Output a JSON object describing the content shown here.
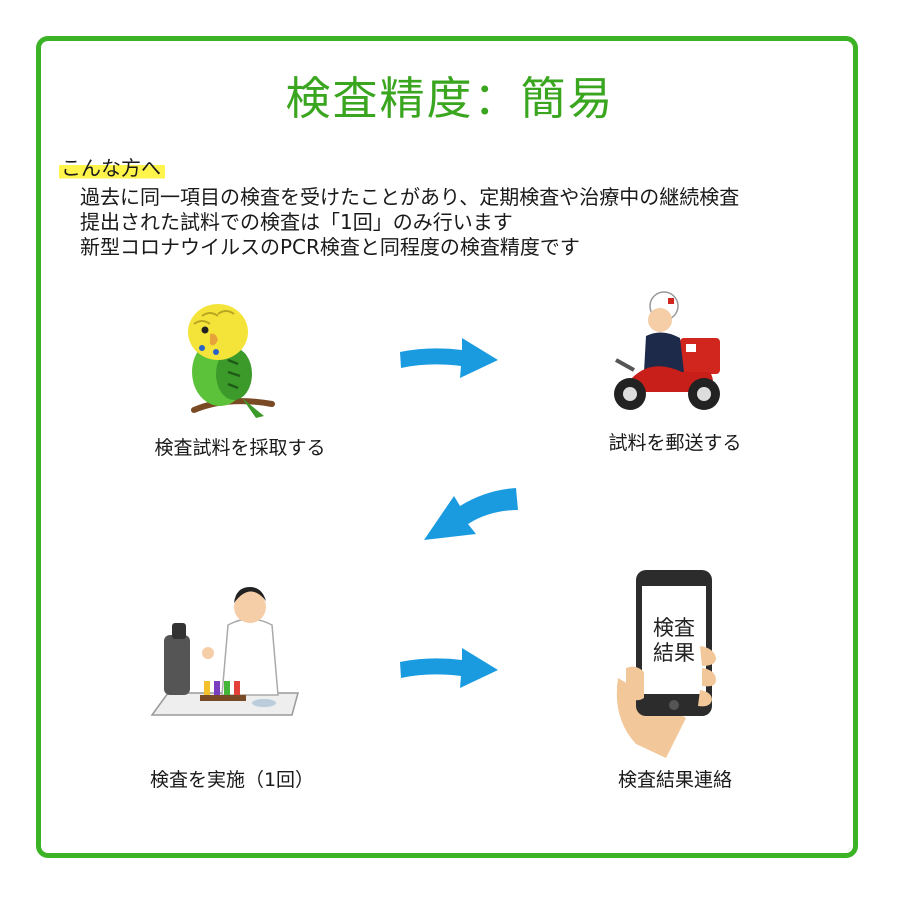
{
  "title": "検査精度：簡易",
  "target": {
    "label": "こんな方へ",
    "lines": [
      "過去に同一項目の検査を受けたことがあり、定期検査や治療中の継続検査",
      "提出された試料での検査は「1回」のみ行います",
      "新型コロナウイルスのPCR検査と同程度の検査精度です"
    ]
  },
  "steps": [
    {
      "label": "検査試料を採取する",
      "icon": "parakeet-icon"
    },
    {
      "label": "試料を郵送する",
      "icon": "postal-scooter-icon"
    },
    {
      "label": "検査を実施（1回）",
      "icon": "lab-technician-icon"
    },
    {
      "label": "検査結果連絡",
      "icon": "smartphone-icon"
    }
  ],
  "phone_screen_text": [
    "検査",
    "結果"
  ],
  "colors": {
    "frame": "#3cb324",
    "title": "#3aa51f",
    "highlight": "#fff44a",
    "arrow": "#1a9be0"
  }
}
